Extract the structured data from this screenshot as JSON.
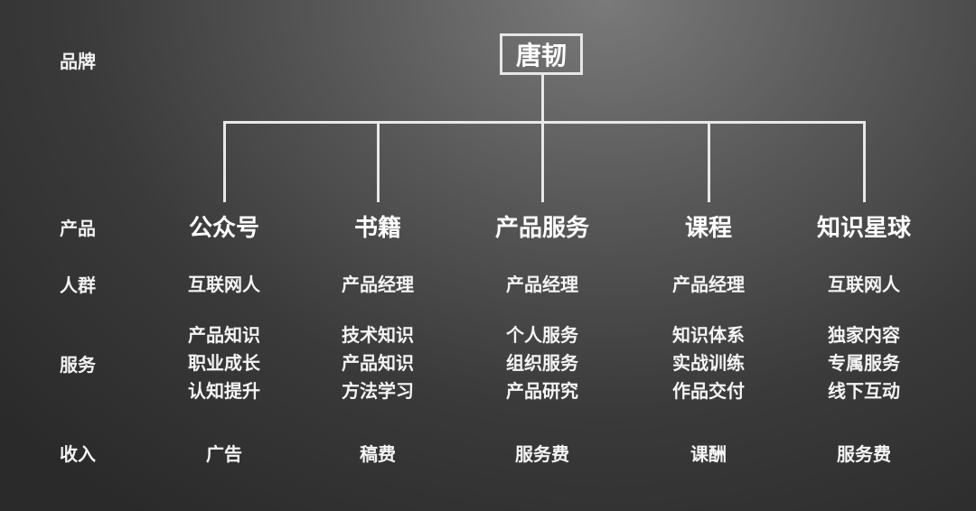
{
  "row_labels": {
    "brand": "品牌",
    "product": "产品",
    "audience": "人群",
    "service": "服务",
    "income": "收入"
  },
  "brand": "唐韧",
  "columns": [
    {
      "product": "公众号",
      "audience": "互联网人",
      "services": [
        "产品知识",
        "职业成长",
        "认知提升"
      ],
      "income": "广告"
    },
    {
      "product": "书籍",
      "audience": "产品经理",
      "services": [
        "技术知识",
        "产品知识",
        "方法学习"
      ],
      "income": "稿费"
    },
    {
      "product": "产品服务",
      "audience": "产品经理",
      "services": [
        "个人服务",
        "组织服务",
        "产品研究"
      ],
      "income": "服务费"
    },
    {
      "product": "课程",
      "audience": "产品经理",
      "services": [
        "知识体系",
        "实战训练",
        "作品交付"
      ],
      "income": "课酬"
    },
    {
      "product": "知识星球",
      "audience": "互联网人",
      "services": [
        "独家内容",
        "专属服务",
        "线下互动"
      ],
      "income": "服务费"
    }
  ]
}
